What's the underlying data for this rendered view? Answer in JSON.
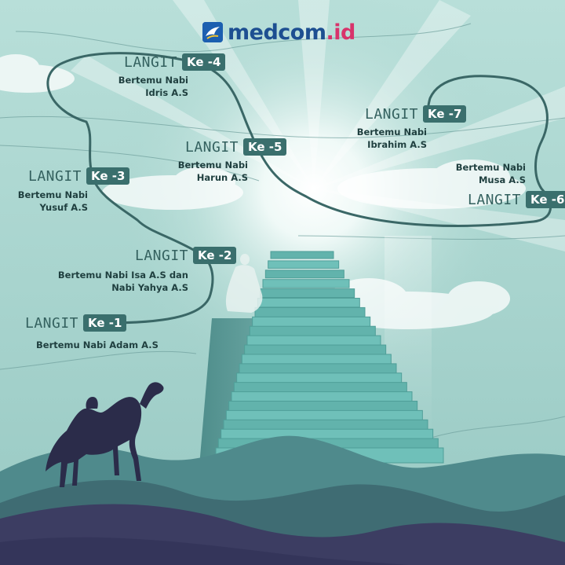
{
  "brand": {
    "name": "medcom",
    "dot": ".",
    "tld": "id",
    "colors": {
      "primary": "#1d4f91",
      "accent": "#d8336b"
    }
  },
  "palette": {
    "sky": "#a9d5cf",
    "badge": "#3a6f6d",
    "path_line": "#3a6766",
    "stairs": "#5fb3ad",
    "dunes_dark": "#3c3d62",
    "dunes_mid": "#3f6c73"
  },
  "levels": [
    {
      "word": "LANGIT",
      "badge": "Ke -1",
      "desc_line1": "Bertemu Nabi Adam A.S",
      "desc_line2": ""
    },
    {
      "word": "LANGIT",
      "badge": "Ke -2",
      "desc_line1": "Bertemu Nabi Isa A.S dan",
      "desc_line2": "Nabi Yahya A.S"
    },
    {
      "word": "LANGIT",
      "badge": "Ke -3",
      "desc_line1": "Bertemu Nabi",
      "desc_line2": "Yusuf A.S"
    },
    {
      "word": "LANGIT",
      "badge": "Ke -4",
      "desc_line1": "Bertemu Nabi",
      "desc_line2": "Idris A.S"
    },
    {
      "word": "LANGIT",
      "badge": "Ke -5",
      "desc_line1": "Bertemu Nabi",
      "desc_line2": "Harun A.S"
    },
    {
      "word": "LANGIT",
      "badge": "Ke -6",
      "desc_line1": "Bertemu Nabi",
      "desc_line2": "Musa A.S"
    },
    {
      "word": "LANGIT",
      "badge": "Ke -7",
      "desc_line1": "Bertemu Nabi",
      "desc_line2": "Ibrahim A.S"
    }
  ]
}
